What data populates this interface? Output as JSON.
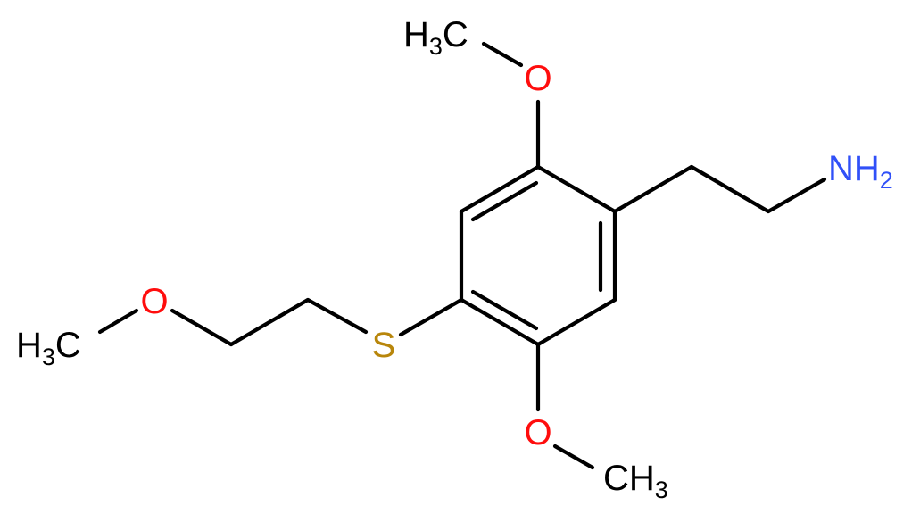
{
  "molecule": {
    "labels": {
      "methoxy_top": {
        "main": "H",
        "sub": "3",
        "tail": "C"
      },
      "oxygen_top": "O",
      "amine": {
        "main": "NH",
        "sub": "2"
      },
      "oxygen_left": "O",
      "methyl_left": {
        "main": "H",
        "sub": "3",
        "tail": "C"
      },
      "sulfur": "S",
      "oxygen_bottom": "O",
      "methyl_bottom": {
        "main": "CH",
        "sub": "3"
      }
    },
    "colors": {
      "bond": "#000000",
      "carbon": "#000000",
      "oxygen": "#ff0d0d",
      "nitrogen": "#3050f8",
      "sulfur": "#b8860b"
    }
  }
}
